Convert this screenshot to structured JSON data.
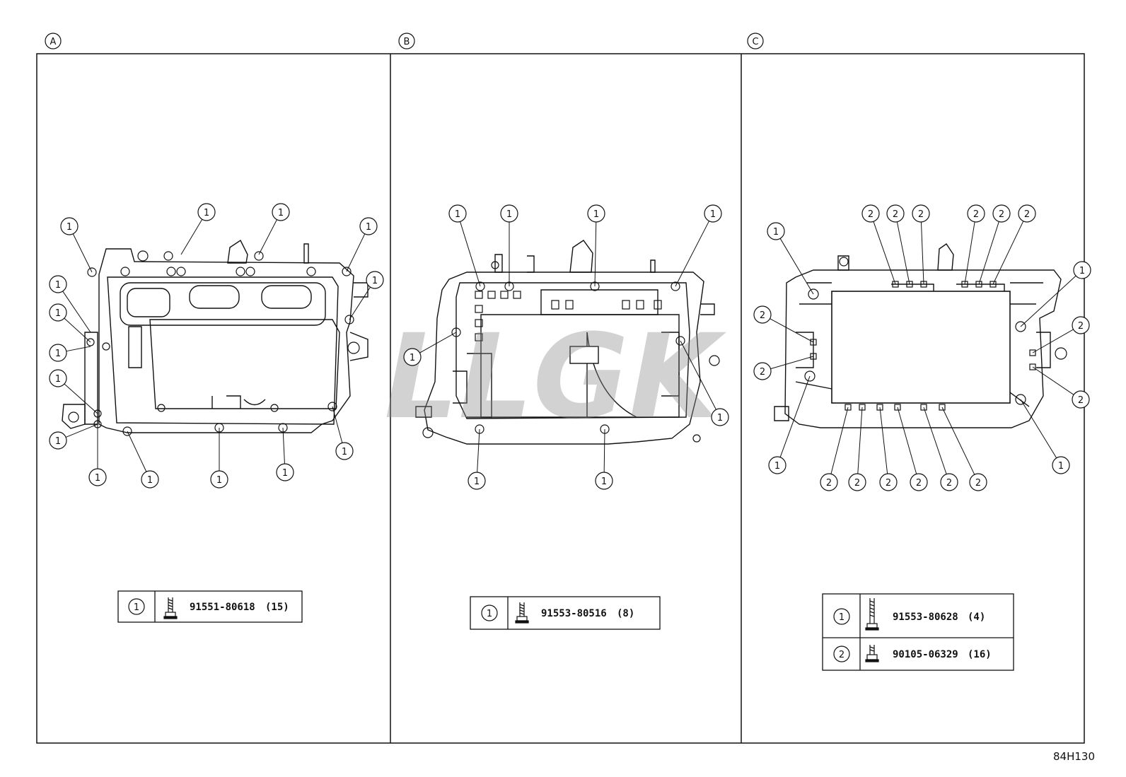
{
  "figure_code": "84H130",
  "panels": [
    {
      "letter": "A",
      "callout": "1",
      "legend": [
        {
          "callout": "1",
          "part": "91551-80618",
          "qty": "(15)"
        }
      ]
    },
    {
      "letter": "B",
      "callout": "1",
      "legend": [
        {
          "callout": "1",
          "part": "91553-80516",
          "qty": "(8)"
        }
      ]
    },
    {
      "letter": "C",
      "callouts": [
        "1",
        "2"
      ],
      "legend": [
        {
          "callout": "1",
          "part": "91553-80628",
          "qty": "(4)"
        },
        {
          "callout": "2",
          "part": "90105-06329",
          "qty": "(16)"
        }
      ]
    }
  ],
  "watermark": "LLGK"
}
